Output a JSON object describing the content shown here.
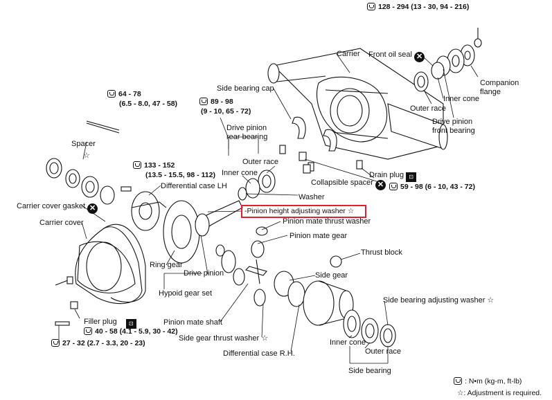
{
  "labels": {
    "torque_top": "128 - 294 (13 - 30, 94 - 216)",
    "carrier": "Carrier",
    "front_oil_seal": "Front oil seal",
    "companion_flange": "Companion\nflange",
    "inner_cone_r": "Inner cone",
    "outer_race_r": "Outer race",
    "drive_pinion_front_bearing": "Drive pinion\nfront bearing",
    "side_bearing_cap": "Side bearing cap",
    "torque_89": "89 - 98",
    "torque_89b": "(9 - 10, 65 - 72)",
    "torque_64": "64 - 78",
    "torque_64b": "(6.5 - 8.0, 47 - 58)",
    "drive_pinion_rear_bearing": "Drive pinion\nrear bearing",
    "outer_race_mid": "Outer race",
    "inner_cone_mid": "Inner cone",
    "spacer": "Spacer",
    "torque_133": "133 - 152",
    "torque_133b": "(13.5 - 15.5, 98 - 112)",
    "differential_case_lh": "Differential case LH",
    "drain_plug": "Drain plug",
    "collapsible_spacer": "Collapsible spacer",
    "torque_59": "59 - 98 (6 - 10, 43 - 72)",
    "washer": "Washer",
    "carrier_cover_gasket": "Carrier cover gasket",
    "pinion_height_adjusting_washer": "Pinion height adjusting washer ☆",
    "pinion_mate_thrust_washer": "Pinion mate thrust washer",
    "carrier_cover": "Carrier cover",
    "pinion_mate_gear": "Pinion mate gear",
    "thrust_block": "Thrust block",
    "ring_gear": "Ring gear",
    "drive_pinion": "Drive pinion",
    "side_gear": "Side gear",
    "hypoid_gear_set": "Hypoid gear set",
    "side_bearing_adjusting_washer": "Side bearing adjusting washer ☆",
    "filler_plug": "Filler plug",
    "pinion_mate_shaft": "Pinion mate shaft",
    "torque_40": "40 - 58 (4.1 - 5.9, 30 - 42)",
    "side_gear_thrust_washer": "Side gear thrust washer ☆",
    "torque_27": "27 - 32 (2.7 - 3.3, 20 - 23)",
    "inner_cone_b": "Inner cone",
    "outer_race_b": "Outer race",
    "differential_case_rh": "Differential case R.H.",
    "side_bearing": "Side bearing"
  },
  "legend": {
    "torque_units": ": N•m  (kg-m,  ft-lb)",
    "adjustment": ":  Adjustment is required."
  },
  "symbols": {
    "star": "☆",
    "x_icon": "✕",
    "lube_icon": "⊡"
  },
  "colors": {
    "highlight": "#e0202a",
    "ink": "#111111"
  }
}
